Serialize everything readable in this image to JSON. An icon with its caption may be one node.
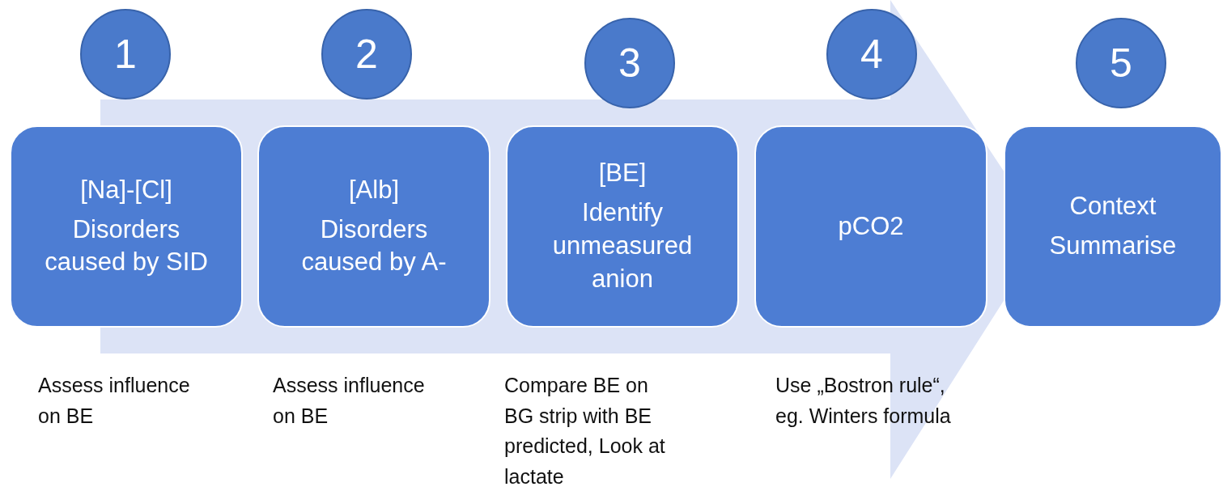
{
  "diagram": {
    "nodes": [
      {
        "text": [
          "1"
        ]
      },
      {
        "text": [
          "2"
        ]
      },
      {
        "text": [
          "3"
        ]
      },
      {
        "text": [
          "4"
        ]
      },
      {
        "text": [
          "5"
        ]
      },
      {
        "text": [
          "[Na]-[Cl]",
          "Disorders caused by SID"
        ],
        "beside": [
          "Assess influence on BE"
        ]
      },
      {
        "text": [
          "[Alb]",
          "Disorders caused by A-"
        ],
        "beside": [
          "Assess influence on BE"
        ]
      },
      {
        "text": [
          "[BE]",
          "Identify unmeasured anion"
        ],
        "beside": [
          "Compare BE on BG strip with BE predicted, Look at lactate"
        ]
      },
      {
        "text": [
          "pCO2"
        ],
        "beside": [
          "Use „Bostron rule“, eg. Winters formula"
        ]
      },
      {
        "text": [
          "Context",
          "Summarise"
        ]
      }
    ]
  }
}
